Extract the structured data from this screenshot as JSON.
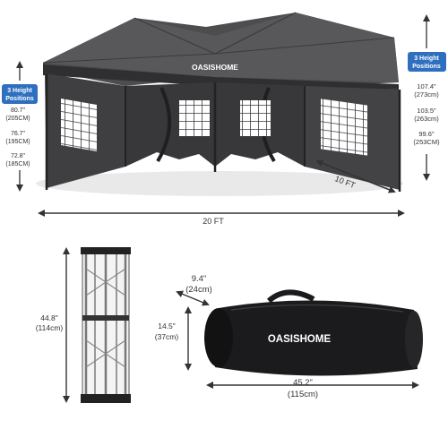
{
  "brand": "OASISHOME",
  "badge": {
    "line1": "3 Height",
    "line2": "Positions"
  },
  "left_heights": [
    {
      "in": "80.7\"",
      "cm": "(205CM)"
    },
    {
      "in": "76.7\"",
      "cm": "(195CM)"
    },
    {
      "in": "72.8\"",
      "cm": "(185CM)"
    }
  ],
  "right_heights": [
    {
      "in": "107.4\"",
      "cm": "(273cm)"
    },
    {
      "in": "103.5\"",
      "cm": "(263cm)"
    },
    {
      "in": "99.6\"",
      "cm": "(253CM)"
    }
  ],
  "depth_label": "10 FT",
  "width_label": "20 FT",
  "frame": {
    "in": "44.8\"",
    "cm": "(114cm)"
  },
  "bag": {
    "depth_in": "9.4\"",
    "depth_cm": "(24cm)",
    "height_in": "14.5\"",
    "height_cm": "(37cm)",
    "length_in": "45.2\"",
    "length_cm": "(115cm)"
  },
  "colors": {
    "canopy": "#4a4a4c",
    "canopy_dark": "#2f2f31",
    "badge": "#2f6fc0",
    "bag": "#1b1b1d"
  }
}
